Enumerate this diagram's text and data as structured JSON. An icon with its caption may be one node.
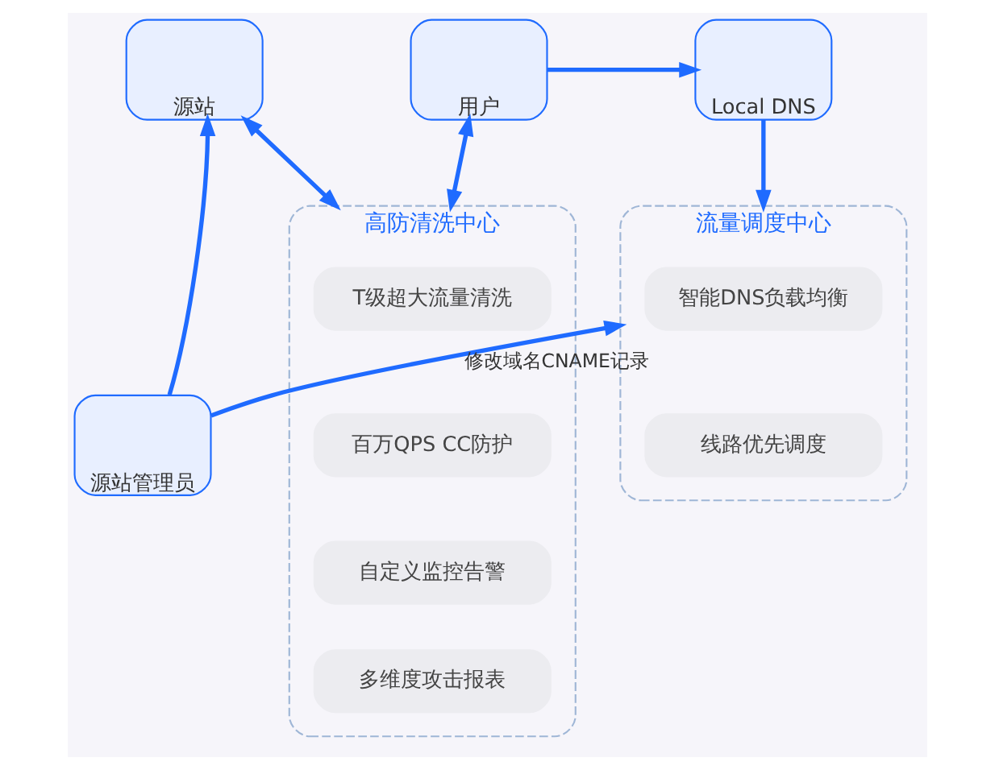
{
  "diagram": {
    "nodes": [
      {
        "text": [
          "源站"
        ]
      },
      {
        "text": [
          "用户"
        ]
      },
      {
        "text": [
          "Local DNS"
        ]
      },
      {
        "text": [
          "源站管理员"
        ]
      },
      {
        "text": [
          "高防清洗中心"
        ]
      },
      {
        "text": [
          "T级超大流量清洗"
        ],
        "in": 4
      },
      {
        "text": [
          "百万QPS CC防护"
        ],
        "in": 4
      },
      {
        "text": [
          "自定义监控告警"
        ],
        "in": 4
      },
      {
        "text": [
          "多维度攻击报表"
        ],
        "in": 4
      },
      {
        "text": [
          "流量调度中心"
        ]
      },
      {
        "text": [
          "智能DNS负载均衡"
        ],
        "in": 9
      },
      {
        "text": [
          "线路优先调度"
        ],
        "in": 9
      }
    ],
    "edges": [
      {
        "from": 0,
        "to": 4,
        "arrow": "both"
      },
      {
        "from": 4,
        "to": 1,
        "arrow": "both"
      },
      {
        "from": 1,
        "to": 2,
        "arrow": "to"
      },
      {
        "from": 2,
        "to": 9,
        "arrow": "to"
      },
      {
        "from": 3,
        "to": 0,
        "arrow": "to"
      },
      {
        "from": 3,
        "to": 9,
        "arrow": "to",
        "label": "修改域名CNAME记录"
      }
    ]
  }
}
